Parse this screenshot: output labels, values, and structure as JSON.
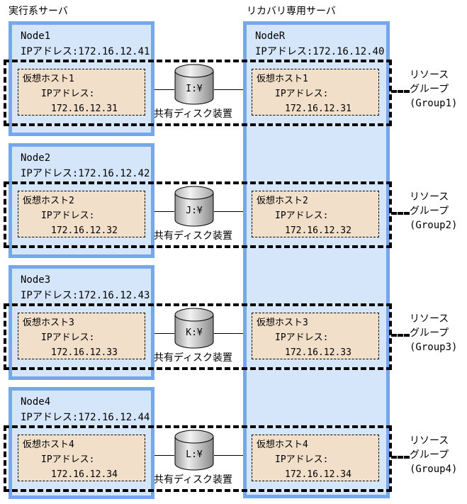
{
  "titles": {
    "active_server": "実行系サーバ",
    "recovery_server": "リカバリ専用サーバ"
  },
  "recovery_node": {
    "name": "NodeR",
    "ip": "IPアドレス:172.16.12.40"
  },
  "rows": [
    {
      "node_name": "Node1",
      "node_ip": "IPアドレス:172.16.12.41",
      "vhost_name": "仮想ホスト1",
      "vhost_ip_label": "IPアドレス:",
      "vhost_ip": "172.16.12.31",
      "disk_drive": "I:¥",
      "disk_caption": "共有ディスク装置",
      "group_line1": "リソース",
      "group_line2": "グループ",
      "group_line3": "(Group1)"
    },
    {
      "node_name": "Node2",
      "node_ip": "IPアドレス:172.16.12.42",
      "vhost_name": "仮想ホスト2",
      "vhost_ip_label": "IPアドレス:",
      "vhost_ip": "172.16.12.32",
      "disk_drive": "J:¥",
      "disk_caption": "共有ディスク装置",
      "group_line1": "リソース",
      "group_line2": "グループ",
      "group_line3": "(Group2)"
    },
    {
      "node_name": "Node3",
      "node_ip": "IPアドレス:172.16.12.43",
      "vhost_name": "仮想ホスト3",
      "vhost_ip_label": "IPアドレス:",
      "vhost_ip": "172.16.12.33",
      "disk_drive": "K:¥",
      "disk_caption": "共有ディスク装置",
      "group_line1": "リソース",
      "group_line2": "グループ",
      "group_line3": "(Group3)"
    },
    {
      "node_name": "Node4",
      "node_ip": "IPアドレス:172.16.12.44",
      "vhost_name": "仮想ホスト4",
      "vhost_ip_label": "IPアドレス:",
      "vhost_ip": "172.16.12.34",
      "disk_drive": "L:¥",
      "disk_caption": "共有ディスク装置",
      "group_line1": "リソース",
      "group_line2": "グループ",
      "group_line3": "(Group4)"
    }
  ],
  "colors": {
    "node_border": "#76A7EC",
    "node_fill": "#D5E6FA",
    "vhost_fill": "#F2DFC9",
    "dash_line": "#000000"
  }
}
